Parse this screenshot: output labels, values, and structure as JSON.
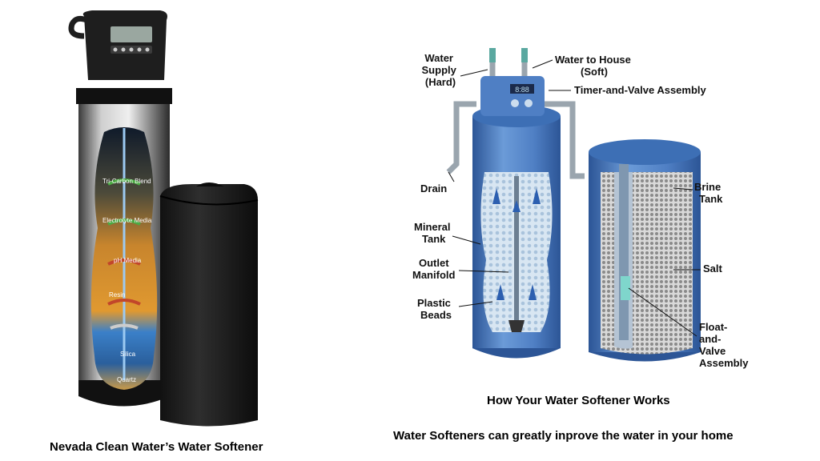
{
  "left": {
    "caption": "Nevada Clean Water’s Water Softener",
    "layers": [
      "Tri-Carbon Blend",
      "Electrolyte Media",
      "pH Media",
      "Resin",
      "Silica",
      "Quartz"
    ]
  },
  "right": {
    "diagram_title": "How Your Water Softener Works",
    "subtitle": "Water Softeners can greatly inprove the water in your home",
    "labels": {
      "water_supply": [
        "Water",
        "Supply",
        "(Hard)"
      ],
      "water_to_house": [
        "Water to House",
        "(Soft)"
      ],
      "timer_valve": "Timer-and-Valve Assembly",
      "drain": "Drain",
      "mineral_tank": [
        "Mineral",
        "Tank"
      ],
      "outlet_manifold": [
        "Outlet",
        "Manifold"
      ],
      "plastic_beads": [
        "Plastic",
        "Beads"
      ],
      "brine_tank": [
        "Brine",
        "Tank"
      ],
      "salt": "Salt",
      "float_valve": [
        "Float-",
        "and-",
        "Valve",
        "Assembly"
      ]
    },
    "display_text": "8:88"
  },
  "colors": {
    "tank_blue": "#4f7fc4",
    "tank_dark": "#2c5596",
    "black_unit": "#1c1c1c",
    "media_orange": "#d98a2a",
    "media_blue": "#3d7fc7"
  }
}
